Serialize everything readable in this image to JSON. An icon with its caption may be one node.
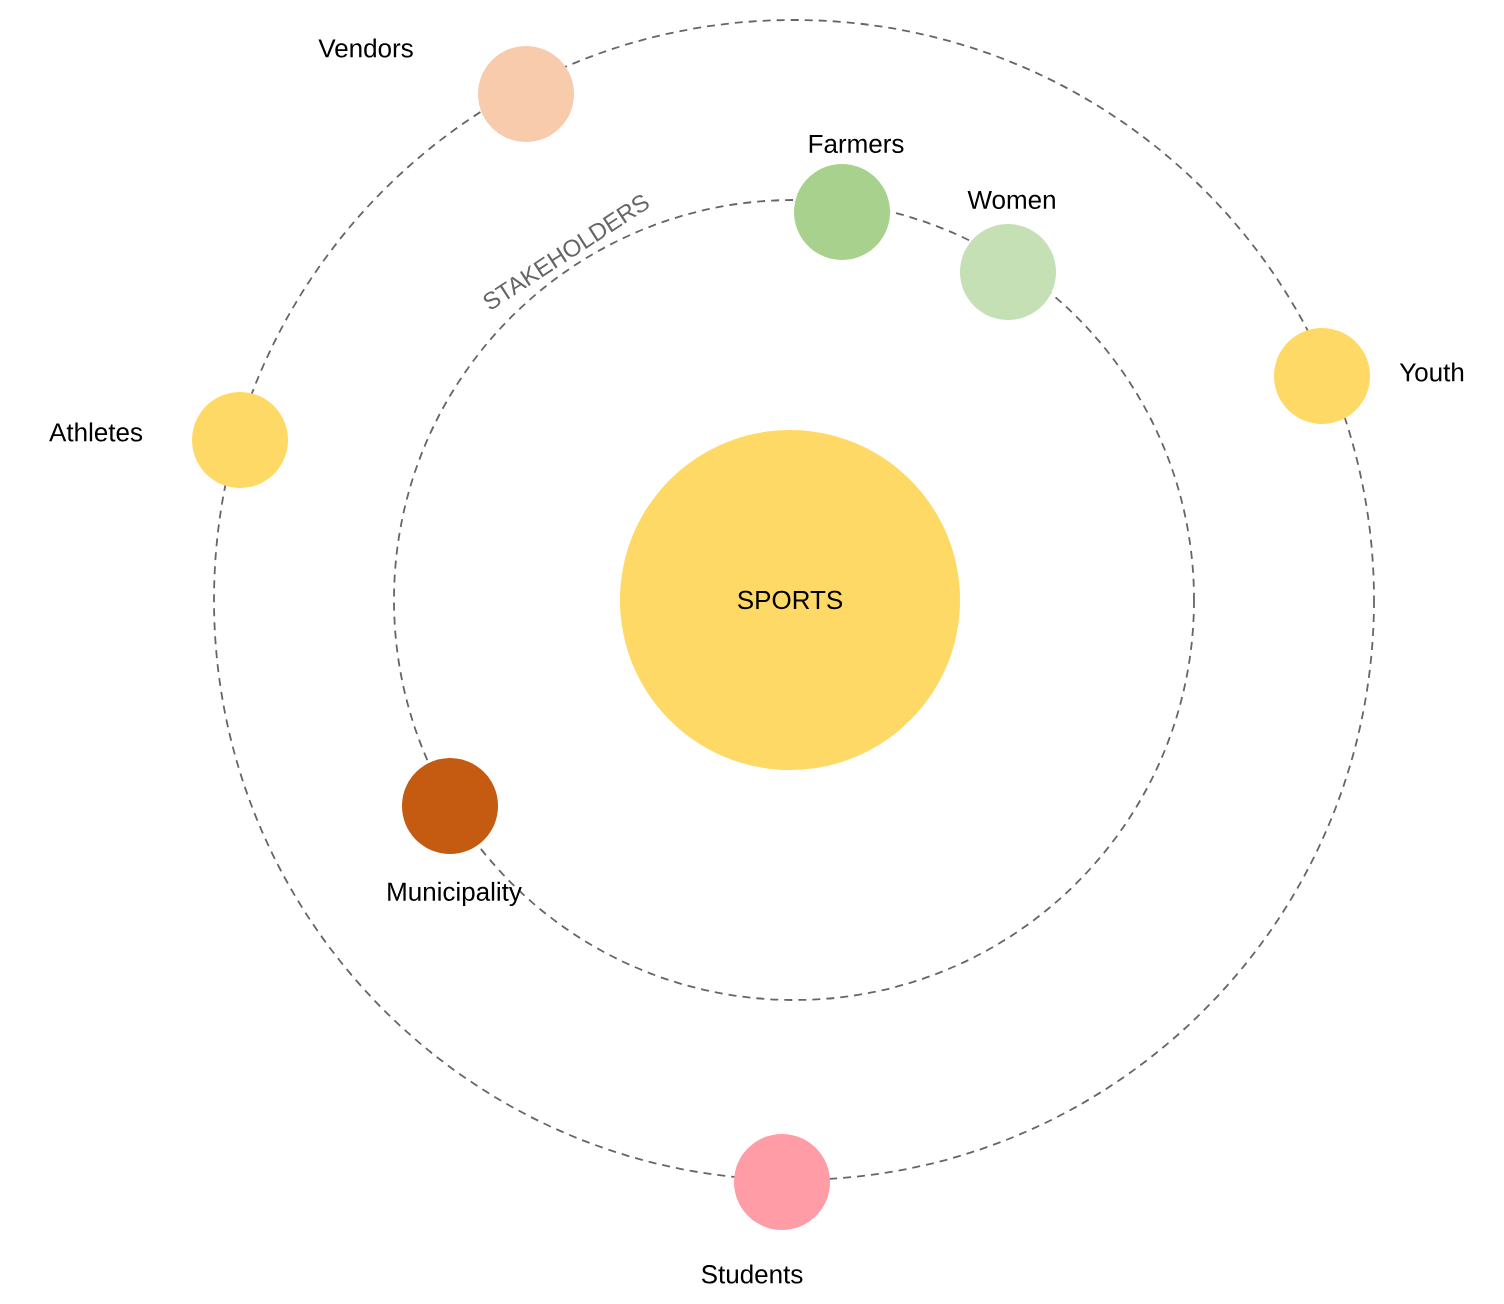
{
  "diagram": {
    "nodes": [
      {
        "text": [
          "SPORTS"
        ]
      },
      {
        "text": [],
        "shape": "circle",
        "beside": [
          "Vendors"
        ]
      },
      {
        "text": [],
        "shape": "circle",
        "beside": [
          "Farmers"
        ]
      },
      {
        "text": [],
        "shape": "circle",
        "beside": [
          "Women"
        ]
      },
      {
        "text": [],
        "shape": "circle",
        "beside": [
          "Athletes"
        ]
      },
      {
        "text": [],
        "shape": "circle",
        "beside": [
          "Youth"
        ]
      },
      {
        "text": [],
        "shape": "circle",
        "beside": [
          "Municipality"
        ]
      },
      {
        "text": [],
        "shape": "circle",
        "beside": [
          "Students"
        ]
      }
    ],
    "labels": [
      "STAKEHOLDERS"
    ]
  }
}
